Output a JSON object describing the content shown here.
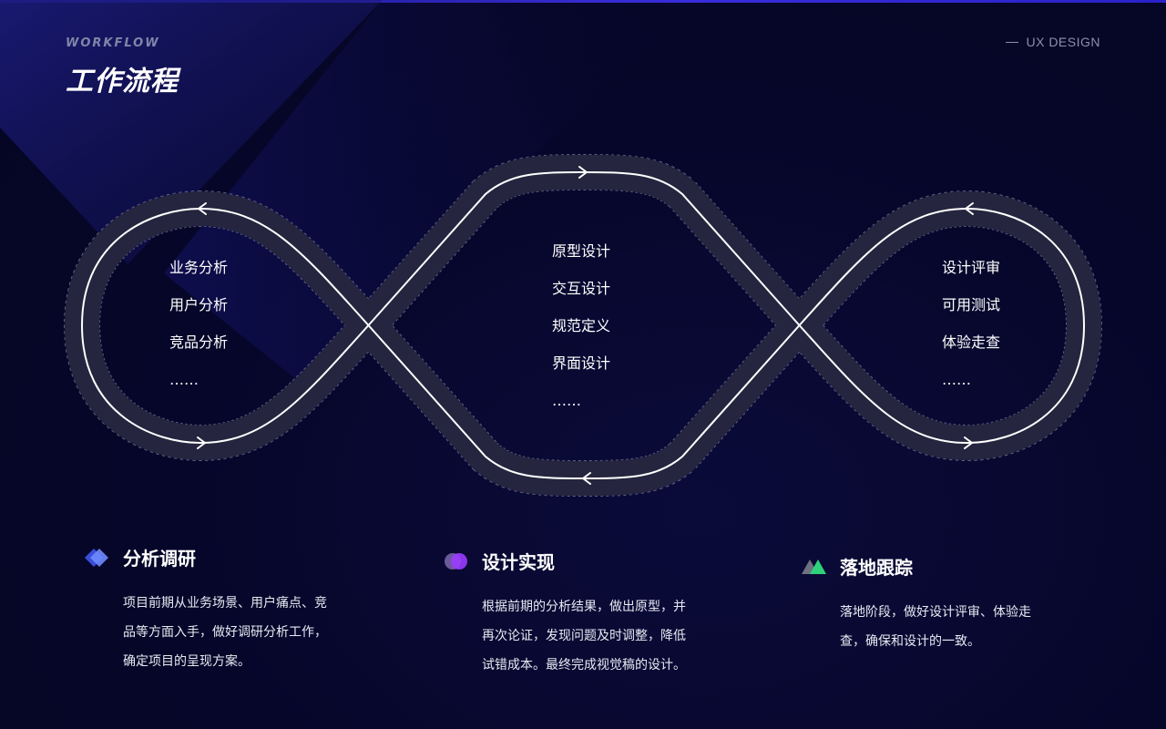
{
  "header": {
    "eyebrow": "WORKFLOW",
    "title": "工作流程",
    "tag": "UX DESIGN"
  },
  "loops": {
    "left": {
      "items": [
        "业务分析",
        "用户分析",
        "竞品分析",
        "……"
      ]
    },
    "center": {
      "items": [
        "原型设计",
        "交互设计",
        "规范定义",
        "界面设计",
        "……"
      ]
    },
    "right": {
      "items": [
        "设计评审",
        "可用测试",
        "体验走查",
        "……"
      ]
    }
  },
  "stages": [
    {
      "icon": "diamond-layers-icon",
      "title": "分析调研",
      "desc": [
        "项目前期从业务场景、用户痛点、竞",
        "品等方面入手，做好调研分析工作，",
        "确定项目的呈现方案。"
      ]
    },
    {
      "icon": "overlapping-circles-icon",
      "title": "设计实现",
      "desc": [
        "根据前期的分析结果，做出原型，并",
        "再次论证，发现问题及时调整，降低",
        "试错成本。最终完成视觉稿的设计。"
      ]
    },
    {
      "icon": "mountain-triangles-icon",
      "title": "落地跟踪",
      "desc": [
        "落地阶段，做好设计评审、体验走",
        "查，确保和设计的一致。"
      ]
    }
  ],
  "colors": {
    "background": "#06062a",
    "accent_blue": "#3b2fe0",
    "track": "#24243f",
    "muted_text": "#8b90ad"
  }
}
